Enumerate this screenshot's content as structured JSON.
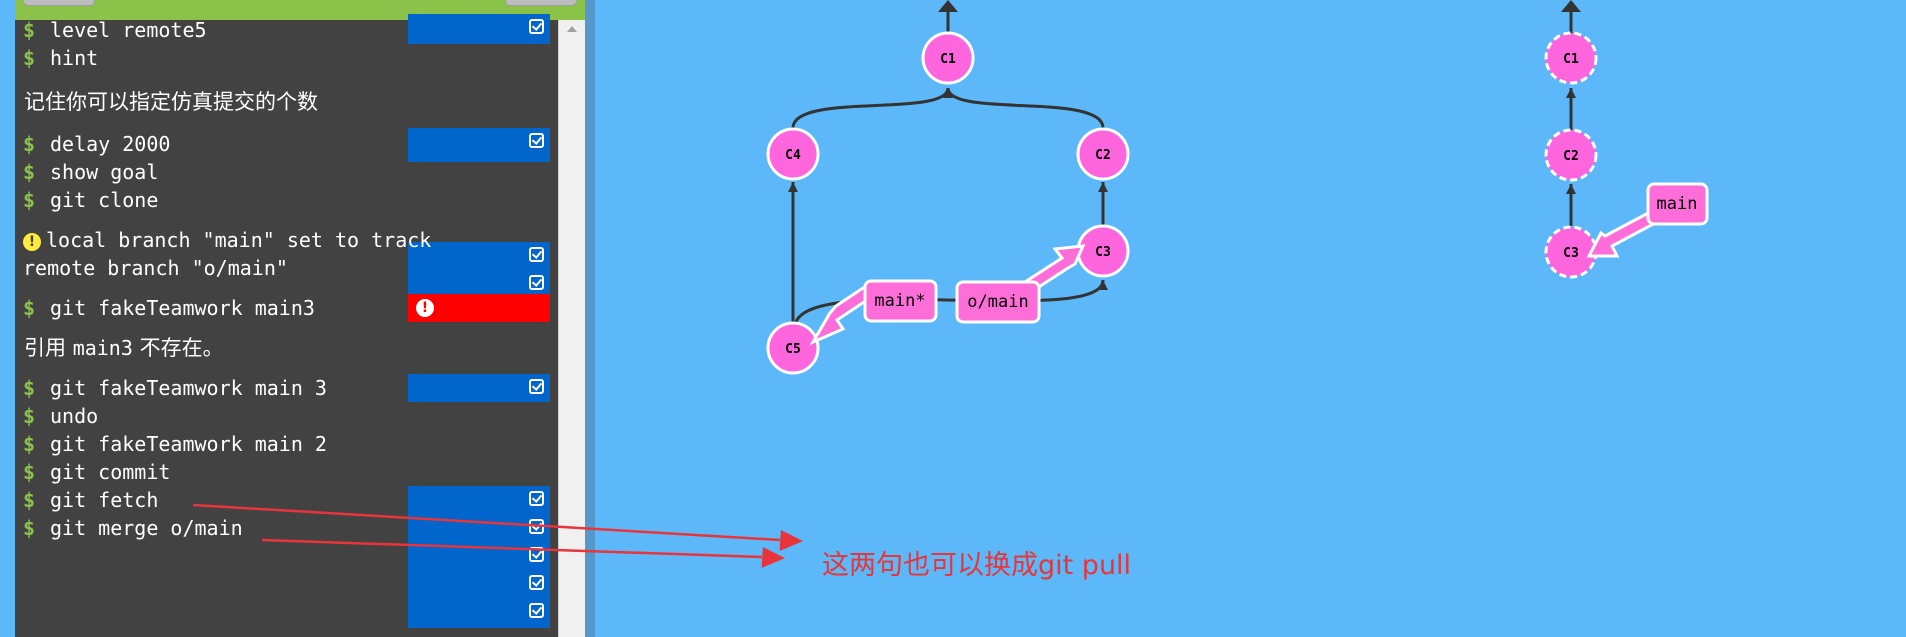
{
  "terminal": {
    "rows": [
      {
        "prompt": "$",
        "command": "level remote5",
        "status": "ok"
      },
      {
        "prompt": "$",
        "command": "hint",
        "status": "ok"
      },
      {
        "prompt": "$",
        "command": "delay 2000",
        "status": "ok"
      },
      {
        "prompt": "$",
        "command": "show goal",
        "status": "ok"
      },
      {
        "prompt": "$",
        "command": "git clone",
        "status": "ok"
      },
      {
        "prompt": "$",
        "command": "git fakeTeamwork main3",
        "status": "error"
      },
      {
        "prompt": "$",
        "command": "git fakeTeamwork main 3",
        "status": "ok"
      },
      {
        "prompt": "$",
        "command": "undo",
        "status": "ok"
      },
      {
        "prompt": "$",
        "command": "git fakeTeamwork main 2",
        "status": "ok"
      },
      {
        "prompt": "$",
        "command": "git commit",
        "status": "ok"
      },
      {
        "prompt": "$",
        "command": "git fetch",
        "status": "ok"
      },
      {
        "prompt": "$",
        "command": "git merge o/main",
        "status": "ok"
      }
    ],
    "hint_text": "记住你可以指定仿真提交的个数",
    "warning_line1": "local branch \"main\" set to track",
    "warning_line2": "remote branch \"o/main\"",
    "error_prefix": "引用 ",
    "error_ref": "main3",
    "error_suffix": " 不存在。",
    "error_icon_glyph": "!",
    "warning_icon_glyph": "!"
  },
  "graph": {
    "commits": {
      "c1": "C1",
      "c4": "C4",
      "c2": "C2",
      "c3": "C3",
      "c5": "C5",
      "goal_c1": "C1",
      "goal_c2": "C2",
      "goal_c3": "C3"
    },
    "branches": {
      "main": "main*",
      "origin_main": "o/main",
      "goal_main": "main"
    }
  },
  "annotation": {
    "text": "这两句也可以换成git pull",
    "color": "#e8343a"
  },
  "colors": {
    "background": "#5cb8f8",
    "terminal": "#424242",
    "status_ok": "#0066cc",
    "status_error": "#ff0000",
    "prompt": "#8bc34a",
    "commit": "#ff66dd",
    "branch": "#ff6ed8"
  },
  "icons": {
    "check": "checkbox-checked-icon",
    "error": "error-circle-icon",
    "warning": "warning-circle-icon"
  }
}
